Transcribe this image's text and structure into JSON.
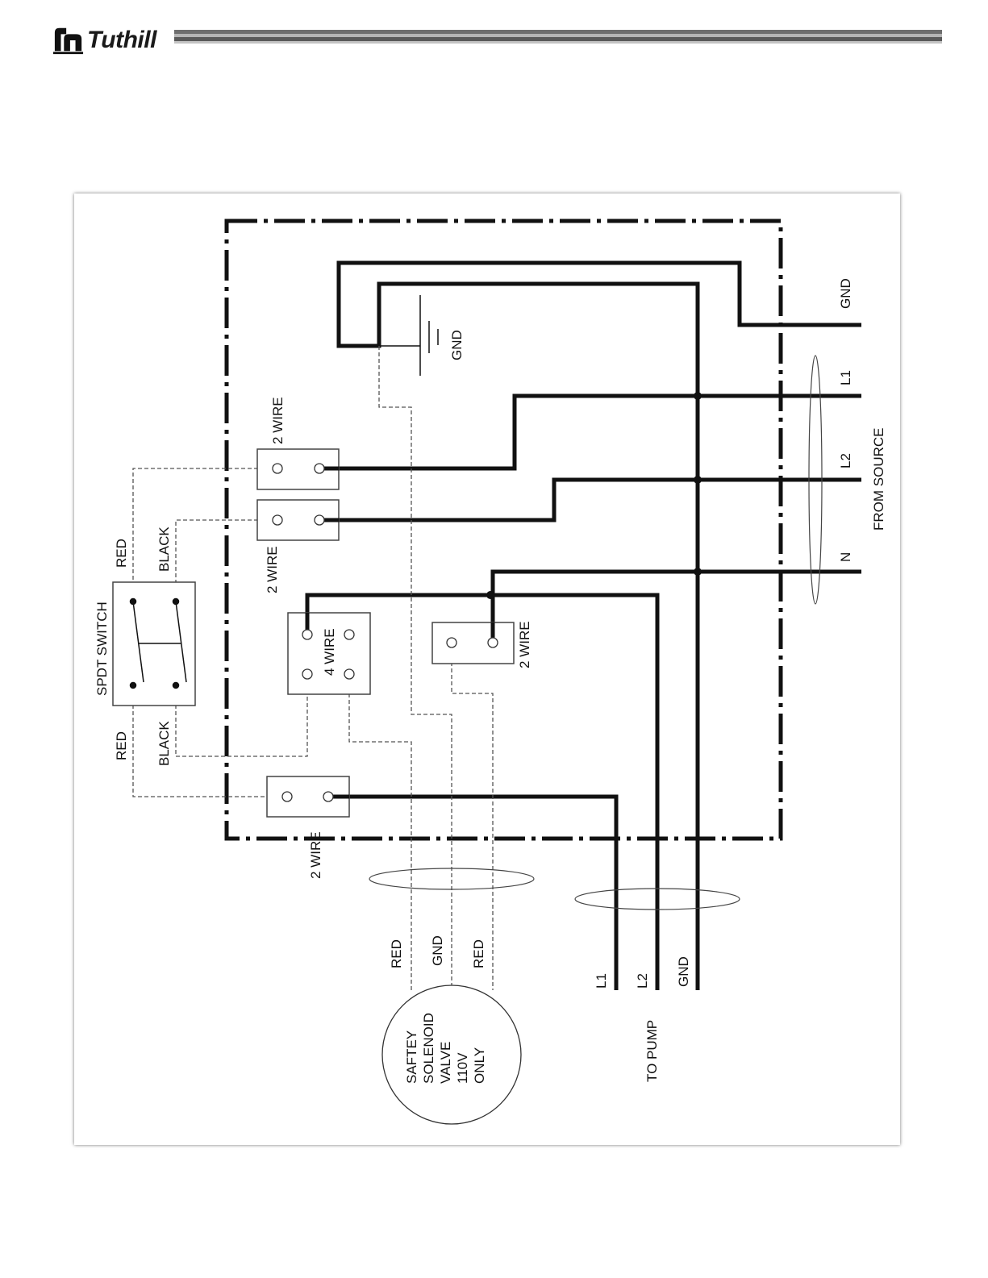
{
  "header": {
    "brand": "Tuthill",
    "bar_color_dark": "#6e6e6e",
    "bar_color_light": "#b5b5b5"
  },
  "diagram": {
    "switch_label": "SPDT SWITCH",
    "red_top": "RED",
    "black_top": "BLACK",
    "red_bottom": "RED",
    "black_bottom": "BLACK",
    "two_wire_a": "2 WIRE",
    "two_wire_b": "2 WIRE",
    "two_wire_c": "2 WIRE",
    "two_wire_d": "2 WIRE",
    "four_wire": "4 WIRE",
    "gnd_internal": "GND",
    "source_gnd": "GND",
    "source_l1": "L1",
    "source_l2": "L2",
    "source_n": "N",
    "from_source": "FROM SOURCE",
    "sol_red1": "RED",
    "sol_gnd": "GND",
    "sol_red2": "RED",
    "pump_l1": "L1",
    "pump_l2": "L2",
    "pump_gnd": "GND",
    "to_pump": "TO PUMP",
    "valve_line1": "SAFTEY",
    "valve_line2": "SOLENOID",
    "valve_line3": "VALVE",
    "valve_line4": "110V",
    "valve_line5": "ONLY"
  }
}
